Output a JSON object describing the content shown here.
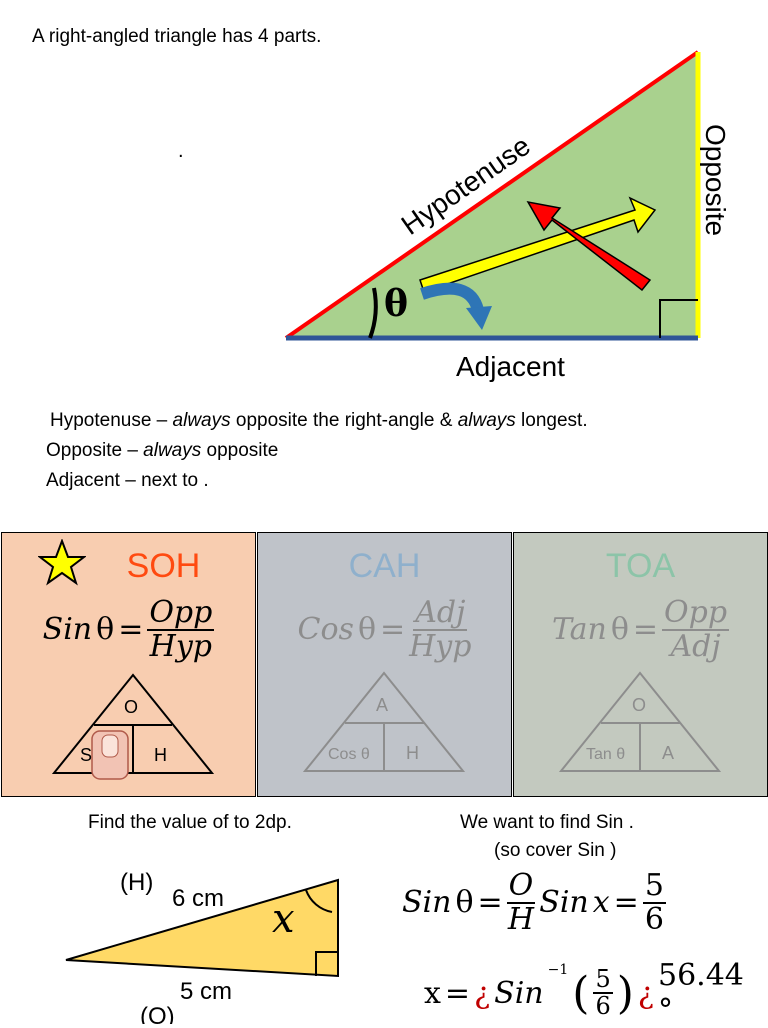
{
  "intro": "A right-angled triangle has 4 parts.",
  "dot": ".",
  "diagram": {
    "hypotenuse": "Hypotenuse",
    "opposite": "Opposite",
    "adjacent": "Adjacent",
    "angle": "θ"
  },
  "definitions": {
    "hyp_pre": "Hypotenuse – ",
    "hyp_always1": "always",
    "hyp_mid": " opposite the right-angle & ",
    "hyp_always2": "always",
    "hyp_post": " longest.",
    "opp_pre": "Opposite – ",
    "opp_always": "always",
    "opp_post": " opposite",
    "adj": "Adjacent – next to ."
  },
  "panels": [
    {
      "title": "SOH",
      "func": "Sin",
      "theta": "θ",
      "eq": "=",
      "num": "Opp",
      "den": "Hyp",
      "top": "O",
      "left": "S",
      "right": "H",
      "bg": "#f8cdb0",
      "title_color": "#ff4a10",
      "text_color": "#000000"
    },
    {
      "title": "CAH",
      "func": "Cos",
      "theta": "θ",
      "eq": "=",
      "num": "Adj",
      "den": "Hyp",
      "top": "A",
      "left": "Cos θ",
      "right": "H",
      "bg": "#bfc3c9",
      "title_color": "#8fb0cc",
      "text_color": "#8d8d8d"
    },
    {
      "title": "TOA",
      "func": "Tan",
      "theta": "θ",
      "eq": "=",
      "num": "Opp",
      "den": "Adj",
      "top": "O",
      "left": "Tan θ",
      "right": "A",
      "bg": "#c3c9bf",
      "title_color": "#8cc4a8",
      "text_color": "#8d8d8d"
    }
  ],
  "question": {
    "prompt": "Find the value of  to 2dp.",
    "h_label": "(H)",
    "hyp_len": "6 cm",
    "adj_len": "5 cm",
    "o_label": "(O)",
    "angle": "x"
  },
  "working": {
    "line1": "We want to find Sin .",
    "line2": "(so cover Sin )",
    "eq1_func": "Sin",
    "eq1_theta": "θ",
    "eq1_eq": "=",
    "eq1_num": "O",
    "eq1_den": "H",
    "eq2_func": "Sin",
    "eq2_var": "x",
    "eq2_eq": "=",
    "eq2_num": "5",
    "eq2_den": "6",
    "eq3_var": "x",
    "eq3_eq": "=",
    "eq3_q1": "¿",
    "eq3_func": "Sin",
    "eq3_exp": "−1",
    "eq3_num": "5",
    "eq3_den": "6",
    "eq3_q2": "¿",
    "eq3_result": "56.44 °"
  }
}
